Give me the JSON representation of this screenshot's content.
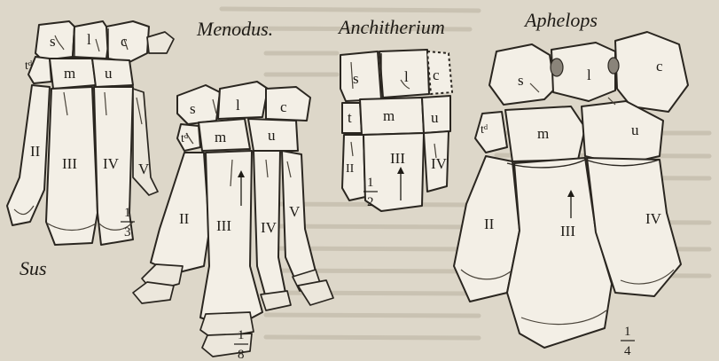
{
  "titles": {
    "sus": "Sus",
    "menodus": "Menodus.",
    "anchitherium": "Anchitherium",
    "aphelops": "Aphelops"
  },
  "scales": {
    "sus": {
      "num": "1",
      "den": "3"
    },
    "menodus": {
      "num": "1",
      "den": "8"
    },
    "anchitherium": {
      "num": "1",
      "den": "2"
    },
    "aphelops": {
      "num": "1",
      "den": "4"
    }
  },
  "labels": {
    "sus": {
      "s": "s",
      "l": "l",
      "c": "c",
      "td": "tᵈ",
      "m": "m",
      "u": "u",
      "II": "II",
      "III": "III",
      "IV": "IV",
      "V": "V"
    },
    "menodus": {
      "s": "s",
      "l": "l",
      "c": "c",
      "td": "tᵈ",
      "m": "m",
      "u": "u",
      "II": "II",
      "III": "III",
      "IV": "IV",
      "V": "V"
    },
    "anchitherium": {
      "s": "s",
      "l": "l",
      "c": "c",
      "t": "t",
      "m": "m",
      "u": "u",
      "II": "II",
      "III": "III",
      "IV": "IV"
    },
    "aphelops": {
      "s": "s",
      "l": "l",
      "c": "c",
      "td": "tᵈ",
      "m": "m",
      "u": "u",
      "II": "II",
      "III": "III",
      "IV": "IV"
    }
  }
}
